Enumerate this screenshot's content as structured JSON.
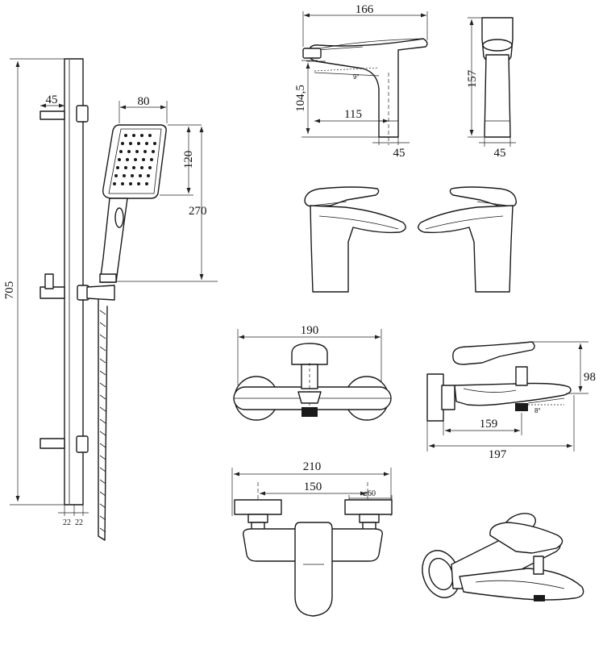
{
  "shower_set": {
    "height": "705",
    "holder_offset": "45",
    "head_width": "80",
    "head_height": "120",
    "handset_length": "270",
    "bar_width_a": "22",
    "bar_width_b": "22"
  },
  "basin_side": {
    "length": "166",
    "height": "104,5",
    "spout_reach": "115",
    "base_diameter": "45",
    "spout_angle": "9°"
  },
  "basin_front": {
    "height": "157",
    "base_diameter": "45"
  },
  "bath_top": {
    "width": "190"
  },
  "bath_side": {
    "height": "98",
    "spout_reach": "159",
    "depth": "197",
    "spout_angle": "8°"
  },
  "bath_front": {
    "outer_width": "210",
    "center_distance": "150",
    "flange_diameter": "⌀60"
  }
}
